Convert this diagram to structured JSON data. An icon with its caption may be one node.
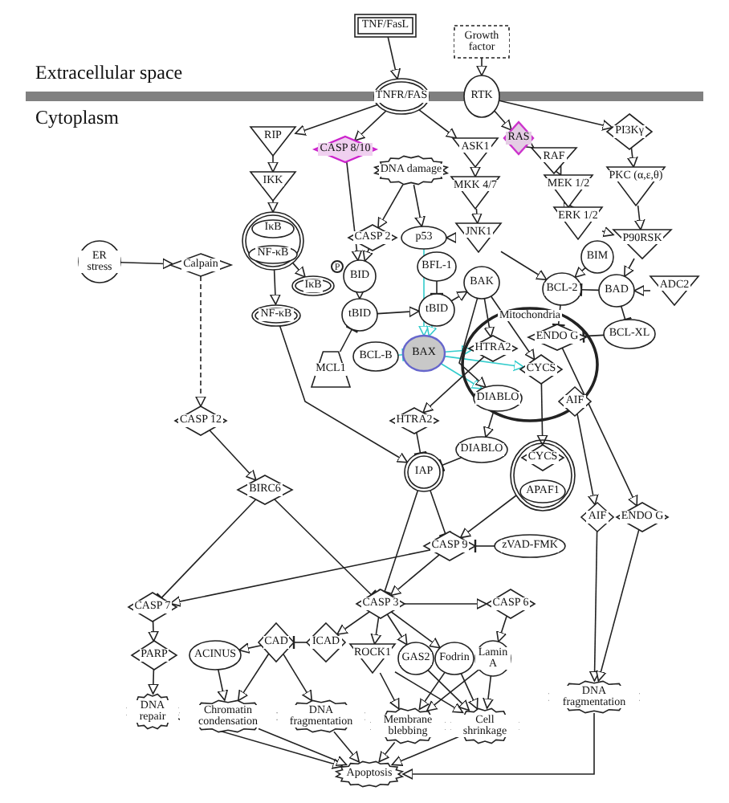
{
  "diagram": {
    "nodes": [
      {
        "text": [
          "TNF/FasL"
        ]
      },
      {
        "text": [
          "Growth factor"
        ]
      },
      {
        "text": [
          "TNFR/FAS"
        ]
      },
      {
        "text": [
          "RTK"
        ]
      },
      {
        "text": [
          "RIP"
        ]
      },
      {
        "text": [
          "CASP 8/10"
        ]
      },
      {
        "text": [
          "DNA damage"
        ]
      },
      {
        "text": [
          "ASK1"
        ]
      },
      {
        "text": [
          "RAS"
        ]
      },
      {
        "text": [
          "PI3Kγ"
        ]
      },
      {
        "text": [
          "RAF"
        ]
      },
      {
        "text": [
          "IKK"
        ]
      },
      {
        "text": [
          "MKK 4/7"
        ]
      },
      {
        "text": [
          "MEK 1/2"
        ]
      },
      {
        "text": [
          "PKC (α,ε,θ)"
        ]
      },
      {
        "text": [],
        "shape": "circle"
      },
      {
        "text": [
          "IκB"
        ],
        "in": 15
      },
      {
        "text": [
          "NF-κB"
        ],
        "in": 15
      },
      {
        "text": [
          "ERK 1/2"
        ]
      },
      {
        "text": [
          "CASP 2"
        ]
      },
      {
        "text": [
          "p53"
        ]
      },
      {
        "text": [
          "JNK1"
        ]
      },
      {
        "text": [
          "BIM"
        ]
      },
      {
        "text": [
          "P90RSK"
        ]
      },
      {
        "text": [
          "ER stress"
        ]
      },
      {
        "text": [
          "Calpain"
        ]
      },
      {
        "text": [
          "IκB"
        ]
      },
      {
        "text": [
          "BID"
        ]
      },
      {
        "text": [
          "BFL-1"
        ]
      },
      {
        "text": [
          "NF-κB"
        ]
      },
      {
        "text": [
          "tBID"
        ]
      },
      {
        "text": [
          "BAK"
        ]
      },
      {
        "text": [
          "BCL-2"
        ]
      },
      {
        "text": [
          "BAD"
        ]
      },
      {
        "text": [
          "ADC2"
        ]
      },
      {
        "text": [
          "tBID"
        ]
      },
      {
        "text": [
          "Mitochondria"
        ]
      },
      {
        "text": [
          "HTRA2"
        ],
        "in": 36
      },
      {
        "text": [
          "DIABLO"
        ],
        "in": 36
      },
      {
        "text": [
          "CYCS"
        ],
        "in": 36
      },
      {
        "text": [
          "ENDO G"
        ],
        "in": 36
      },
      {
        "text": [
          "AIF"
        ],
        "in": 36
      },
      {
        "text": [
          "BCL-XL"
        ]
      },
      {
        "text": [
          "BCL-B"
        ]
      },
      {
        "text": [
          "BAX"
        ]
      },
      {
        "text": [
          "MCL1"
        ]
      },
      {
        "text": [
          "HTRA2"
        ]
      },
      {
        "text": [
          "CASP 12"
        ]
      },
      {
        "text": [
          "DIABLO"
        ]
      },
      {
        "text": [
          "IAP"
        ]
      },
      {
        "text": [],
        "shape": "circle"
      },
      {
        "text": [
          "CYCS"
        ],
        "in": 50
      },
      {
        "text": [
          "APAF1"
        ],
        "in": 50
      },
      {
        "text": [
          "BIRC6"
        ]
      },
      {
        "text": [
          "AIF"
        ]
      },
      {
        "text": [
          "ENDO G"
        ]
      },
      {
        "text": [
          "CASP 9"
        ]
      },
      {
        "text": [
          "zVAD-FMK"
        ]
      },
      {
        "text": [
          "CASP 7"
        ]
      },
      {
        "text": [
          "CASP 3"
        ]
      },
      {
        "text": [
          "CASP 6"
        ]
      },
      {
        "text": [
          "PARP"
        ]
      },
      {
        "text": [
          "ACINUS"
        ]
      },
      {
        "text": [
          "CAD"
        ]
      },
      {
        "text": [
          "ICAD"
        ]
      },
      {
        "text": [
          "ROCK1"
        ]
      },
      {
        "text": [
          "GAS2"
        ]
      },
      {
        "text": [
          "Fodrin"
        ]
      },
      {
        "text": [
          "Lamin A"
        ]
      },
      {
        "text": [
          "DNA repair"
        ]
      },
      {
        "text": [
          "Chromatin condensation"
        ]
      },
      {
        "text": [
          "DNA fragmentation"
        ]
      },
      {
        "text": [
          "Membrane blebbing"
        ]
      },
      {
        "text": [
          "Cell shrinkage"
        ]
      },
      {
        "text": [
          "DNA fragmentation"
        ]
      },
      {
        "text": [
          "Apoptosis"
        ]
      }
    ],
    "edges": [
      {
        "from": 0,
        "to": 2,
        "arrow": "to"
      },
      {
        "from": 1,
        "to": 3,
        "arrow": "to"
      },
      {
        "from": 2,
        "to": 4,
        "arrow": "to"
      },
      {
        "from": 2,
        "to": 5,
        "arrow": "to"
      },
      {
        "from": 2,
        "to": 7,
        "arrow": "to"
      },
      {
        "from": 3,
        "to": 8,
        "arrow": "to"
      },
      {
        "from": 3,
        "to": 9,
        "arrow": "to"
      },
      {
        "from": 8,
        "to": 10,
        "arrow": "to"
      },
      {
        "from": 10,
        "to": 13,
        "arrow": "to"
      },
      {
        "from": 13,
        "to": 18,
        "arrow": "to"
      },
      {
        "from": 18,
        "to": 23,
        "arrow": "to"
      },
      {
        "from": 9,
        "to": 14,
        "arrow": "to"
      },
      {
        "from": 14,
        "to": 23,
        "arrow": "to"
      },
      {
        "from": 4,
        "to": 11,
        "arrow": "to"
      },
      {
        "from": 11,
        "to": 15,
        "arrow": "to"
      },
      {
        "from": 15,
        "to": 26,
        "arrow": "to"
      },
      {
        "from": 15,
        "to": 29,
        "arrow": "to"
      },
      {
        "from": 5,
        "to": 27,
        "arrow": "to"
      },
      {
        "from": 6,
        "to": 19,
        "arrow": "to"
      },
      {
        "from": 6,
        "to": 20,
        "arrow": "to"
      },
      {
        "from": 7,
        "to": 12,
        "arrow": "to"
      },
      {
        "from": 12,
        "to": 21,
        "arrow": "to"
      },
      {
        "from": 21,
        "to": 20,
        "arrow": "to"
      },
      {
        "from": 21,
        "to": 32,
        "arrow": "to"
      },
      {
        "from": 19,
        "to": 27,
        "arrow": "to"
      },
      {
        "from": 27,
        "to": 30,
        "arrow": "to"
      },
      {
        "from": 20,
        "to": 44,
        "arrow": "to",
        "color": "#33cccc"
      },
      {
        "from": 28,
        "to": 35,
        "arrow": "other"
      },
      {
        "from": 30,
        "to": 35,
        "arrow": "to"
      },
      {
        "from": 35,
        "to": 44,
        "arrow": "to",
        "color": "#33cccc"
      },
      {
        "from": 35,
        "to": 31,
        "arrow": "to"
      },
      {
        "from": 43,
        "to": 44,
        "arrow": "other",
        "color": "#33cccc"
      },
      {
        "from": 45,
        "to": 30,
        "arrow": "other"
      },
      {
        "from": 44,
        "to": 37,
        "arrow": "to",
        "color": "#33cccc"
      },
      {
        "from": 44,
        "to": 38,
        "arrow": "to",
        "color": "#33cccc"
      },
      {
        "from": 44,
        "to": 39,
        "arrow": "to",
        "color": "#33cccc"
      },
      {
        "from": 31,
        "to": 37,
        "arrow": "to"
      },
      {
        "from": 31,
        "to": 38,
        "arrow": "to"
      },
      {
        "from": 31,
        "to": 39,
        "arrow": "to"
      },
      {
        "from": 33,
        "to": 32,
        "arrow": "other"
      },
      {
        "from": 32,
        "to": 40,
        "arrow": "other"
      },
      {
        "from": 33,
        "to": 42,
        "arrow": "other"
      },
      {
        "from": 34,
        "to": 33,
        "arrow": "to"
      },
      {
        "from": 23,
        "to": 33,
        "arrow": "to"
      },
      {
        "from": 22,
        "to": 32,
        "arrow": "to"
      },
      {
        "from": 42,
        "to": 40,
        "arrow": "other"
      },
      {
        "from": 37,
        "to": 46,
        "arrow": "to"
      },
      {
        "from": 38,
        "to": 48,
        "arrow": "to"
      },
      {
        "from": 39,
        "to": 51,
        "arrow": "to"
      },
      {
        "from": 41,
        "to": 54,
        "arrow": "to"
      },
      {
        "from": 40,
        "to": 55,
        "arrow": "to"
      },
      {
        "from": 46,
        "to": 49,
        "arrow": "other"
      },
      {
        "from": 48,
        "to": 49,
        "arrow": "other"
      },
      {
        "from": 49,
        "to": 59,
        "arrow": "other"
      },
      {
        "from": 49,
        "to": 56,
        "arrow": "other"
      },
      {
        "from": 50,
        "to": 56,
        "arrow": "to"
      },
      {
        "from": 57,
        "to": 56,
        "arrow": "other"
      },
      {
        "from": 56,
        "to": 59,
        "arrow": "to"
      },
      {
        "from": 29,
        "to": 49,
        "arrow": "to"
      },
      {
        "from": 24,
        "to": 25,
        "arrow": "to"
      },
      {
        "from": 25,
        "to": 47,
        "arrow": "to",
        "style": "dashed"
      },
      {
        "from": 47,
        "to": 53,
        "arrow": "to"
      },
      {
        "from": 53,
        "to": 58,
        "arrow": "other"
      },
      {
        "from": 53,
        "to": 59,
        "arrow": "other"
      },
      {
        "from": 56,
        "to": 58,
        "arrow": "to"
      },
      {
        "from": 59,
        "to": 60,
        "arrow": "to"
      },
      {
        "from": 58,
        "to": 61,
        "arrow": "to"
      },
      {
        "from": 59,
        "to": 64,
        "arrow": "to"
      },
      {
        "from": 64,
        "to": 63,
        "arrow": "other"
      },
      {
        "from": 63,
        "to": 62,
        "arrow": "to"
      },
      {
        "from": 63,
        "to": 70,
        "arrow": "to"
      },
      {
        "from": 63,
        "to": 71,
        "arrow": "to"
      },
      {
        "from": 62,
        "to": 70,
        "arrow": "to"
      },
      {
        "from": 61,
        "to": 69,
        "arrow": "to"
      },
      {
        "from": 59,
        "to": 65,
        "arrow": "to"
      },
      {
        "from": 59,
        "to": 66,
        "arrow": "to"
      },
      {
        "from": 59,
        "to": 67,
        "arrow": "to"
      },
      {
        "from": 60,
        "to": 68,
        "arrow": "to"
      },
      {
        "from": 65,
        "to": 72,
        "arrow": "to"
      },
      {
        "from": 65,
        "to": 73,
        "arrow": "to"
      },
      {
        "from": 66,
        "to": 73,
        "arrow": "to"
      },
      {
        "from": 67,
        "to": 72,
        "arrow": "to"
      },
      {
        "from": 67,
        "to": 73,
        "arrow": "to"
      },
      {
        "from": 68,
        "to": 72,
        "arrow": "to"
      },
      {
        "from": 68,
        "to": 73,
        "arrow": "to"
      },
      {
        "from": 69,
        "to": 75,
        "arrow": "to"
      },
      {
        "from": 70,
        "to": 75,
        "arrow": "to"
      },
      {
        "from": 71,
        "to": 75,
        "arrow": "to"
      },
      {
        "from": 72,
        "to": 75,
        "arrow": "to"
      },
      {
        "from": 73,
        "to": 75,
        "arrow": "to"
      },
      {
        "from": 74,
        "to": 75,
        "arrow": "to"
      },
      {
        "from": 54,
        "to": 74,
        "arrow": "to"
      },
      {
        "from": 55,
        "to": 74,
        "arrow": "to"
      }
    ],
    "labels": [
      "Extracellular space",
      "Cytoplasm",
      "P"
    ]
  }
}
